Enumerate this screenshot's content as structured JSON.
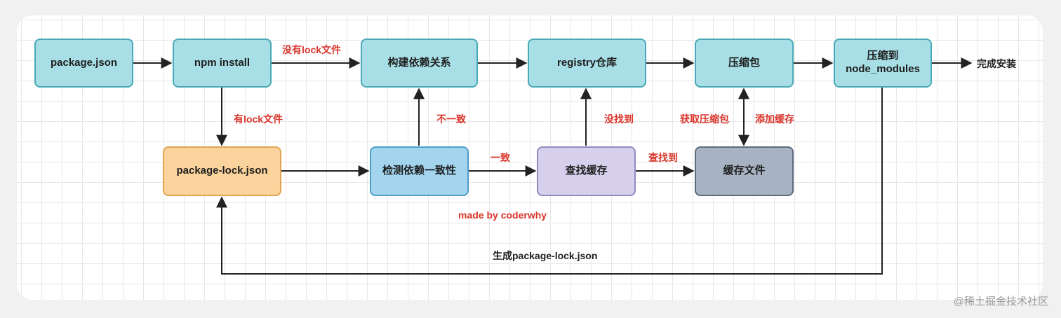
{
  "nodes": {
    "package_json": "package.json",
    "npm_install": "npm install",
    "build_deps": "构建依赖关系",
    "registry": "registry仓库",
    "compressed": "压缩包",
    "to_node_modules": "压缩到\nnode_modules",
    "package_lock": "package-lock.json",
    "check_consistency": "检测依赖一致性",
    "find_cache": "查找缓存",
    "cache_files": "缓存文件"
  },
  "labels": {
    "no_lock": "没有lock文件",
    "has_lock": "有lock文件",
    "inconsistent": "不一致",
    "consistent": "一致",
    "not_found": "没找到",
    "found": "查找到",
    "get_package": "获取压缩包",
    "add_cache": "添加缓存",
    "complete": "完成安装",
    "generate_lock": "生成package-lock.json",
    "made_by": "made by coderwhy"
  },
  "watermark": "@稀土掘金技术社区",
  "colors": {
    "teal": "#a8dfe6",
    "orange": "#fbd39c",
    "blue": "#a3d5ef",
    "purple": "#d6d0ec",
    "slate": "#a7b3c3",
    "label_red": "#d9352b"
  }
}
